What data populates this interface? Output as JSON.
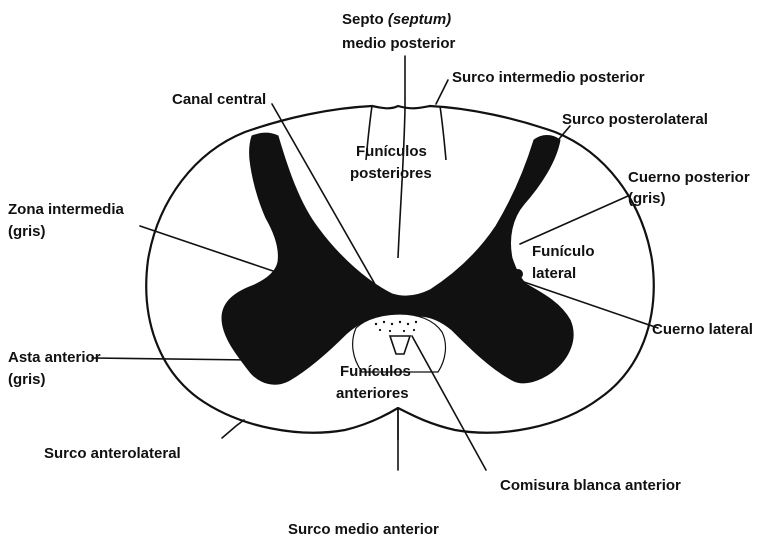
{
  "labels": {
    "septo_line1_a": "Septo ",
    "septo_line1_b": "(septum)",
    "septo_line2": "medio posterior",
    "surco_intermedio_posterior": "Surco intermedio posterior",
    "canal_central": "Canal central",
    "surco_posterolateral": "Surco posterolateral",
    "funiculos_posteriores_1": "Funículos",
    "funiculos_posteriores_2": "posteriores",
    "cuerno_posterior_1": "Cuerno posterior",
    "cuerno_posterior_2": "(gris)",
    "zona_intermedia_1": "Zona intermedia",
    "zona_intermedia_2": "(gris)",
    "funiculo_lateral_1": "Funículo",
    "funiculo_lateral_2": "lateral",
    "cuerno_lateral": "Cuerno lateral",
    "asta_anterior_1": "Asta anterior",
    "asta_anterior_2": "(gris)",
    "funiculos_anteriores_1": "Funículos",
    "funiculos_anteriores_2": "anteriores",
    "surco_anterolateral": "Surco anterolateral",
    "comisura_blanca_anterior": "Comisura blanca anterior",
    "surco_medio_anterior": "Surco medio anterior"
  },
  "colors": {
    "ink": "#111111",
    "background": "#ffffff"
  }
}
